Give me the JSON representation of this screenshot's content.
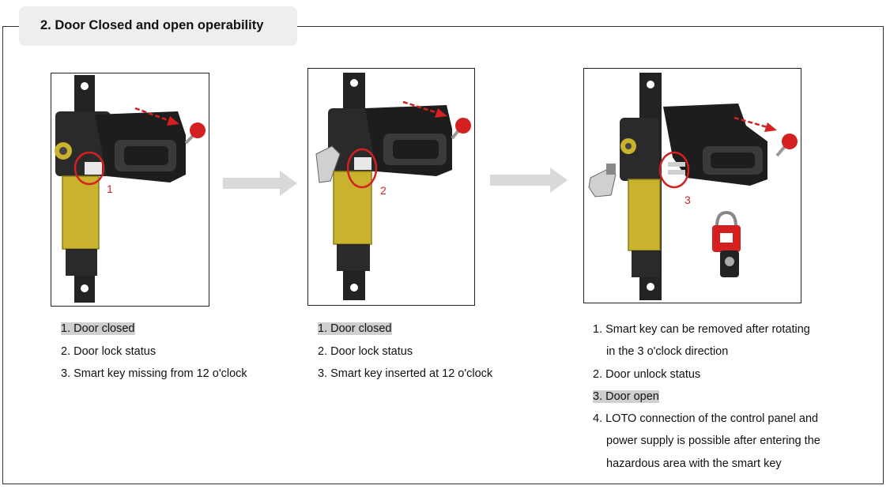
{
  "section": {
    "title": "2. Door Closed and open operability"
  },
  "panels": [
    {
      "marker": "1",
      "items": [
        {
          "text": "1. Door closed",
          "highlight": true
        },
        {
          "text": "2. Door lock status",
          "highlight": false
        },
        {
          "text": "3. Smart key missing from 12 o'clock",
          "highlight": false
        }
      ]
    },
    {
      "marker": "2",
      "items": [
        {
          "text": "1. Door closed",
          "highlight": true
        },
        {
          "text": "2. Door lock status",
          "highlight": false
        },
        {
          "text": "3. Smart key inserted at 12 o'clock",
          "highlight": false
        }
      ]
    },
    {
      "marker": "3",
      "items": [
        {
          "text": "1. Smart key can be removed after rotating",
          "highlight": false
        },
        {
          "text": "in the 3 o'clock direction",
          "highlight": false,
          "indent": true
        },
        {
          "text": "2. Door unlock status",
          "highlight": false
        },
        {
          "text": "3. Door open",
          "highlight": true
        },
        {
          "text": "4. LOTO connection of the control panel and",
          "highlight": false
        },
        {
          "text": "power supply is possible after entering the",
          "highlight": false,
          "indent": true
        },
        {
          "text": "hazardous area with the smart key",
          "highlight": false,
          "indent": true
        }
      ]
    }
  ],
  "colors": {
    "accent_red": "#d42020",
    "device_yellow": "#c8b22e",
    "device_black": "#232323",
    "arrow_gray": "#d9d9d9"
  }
}
